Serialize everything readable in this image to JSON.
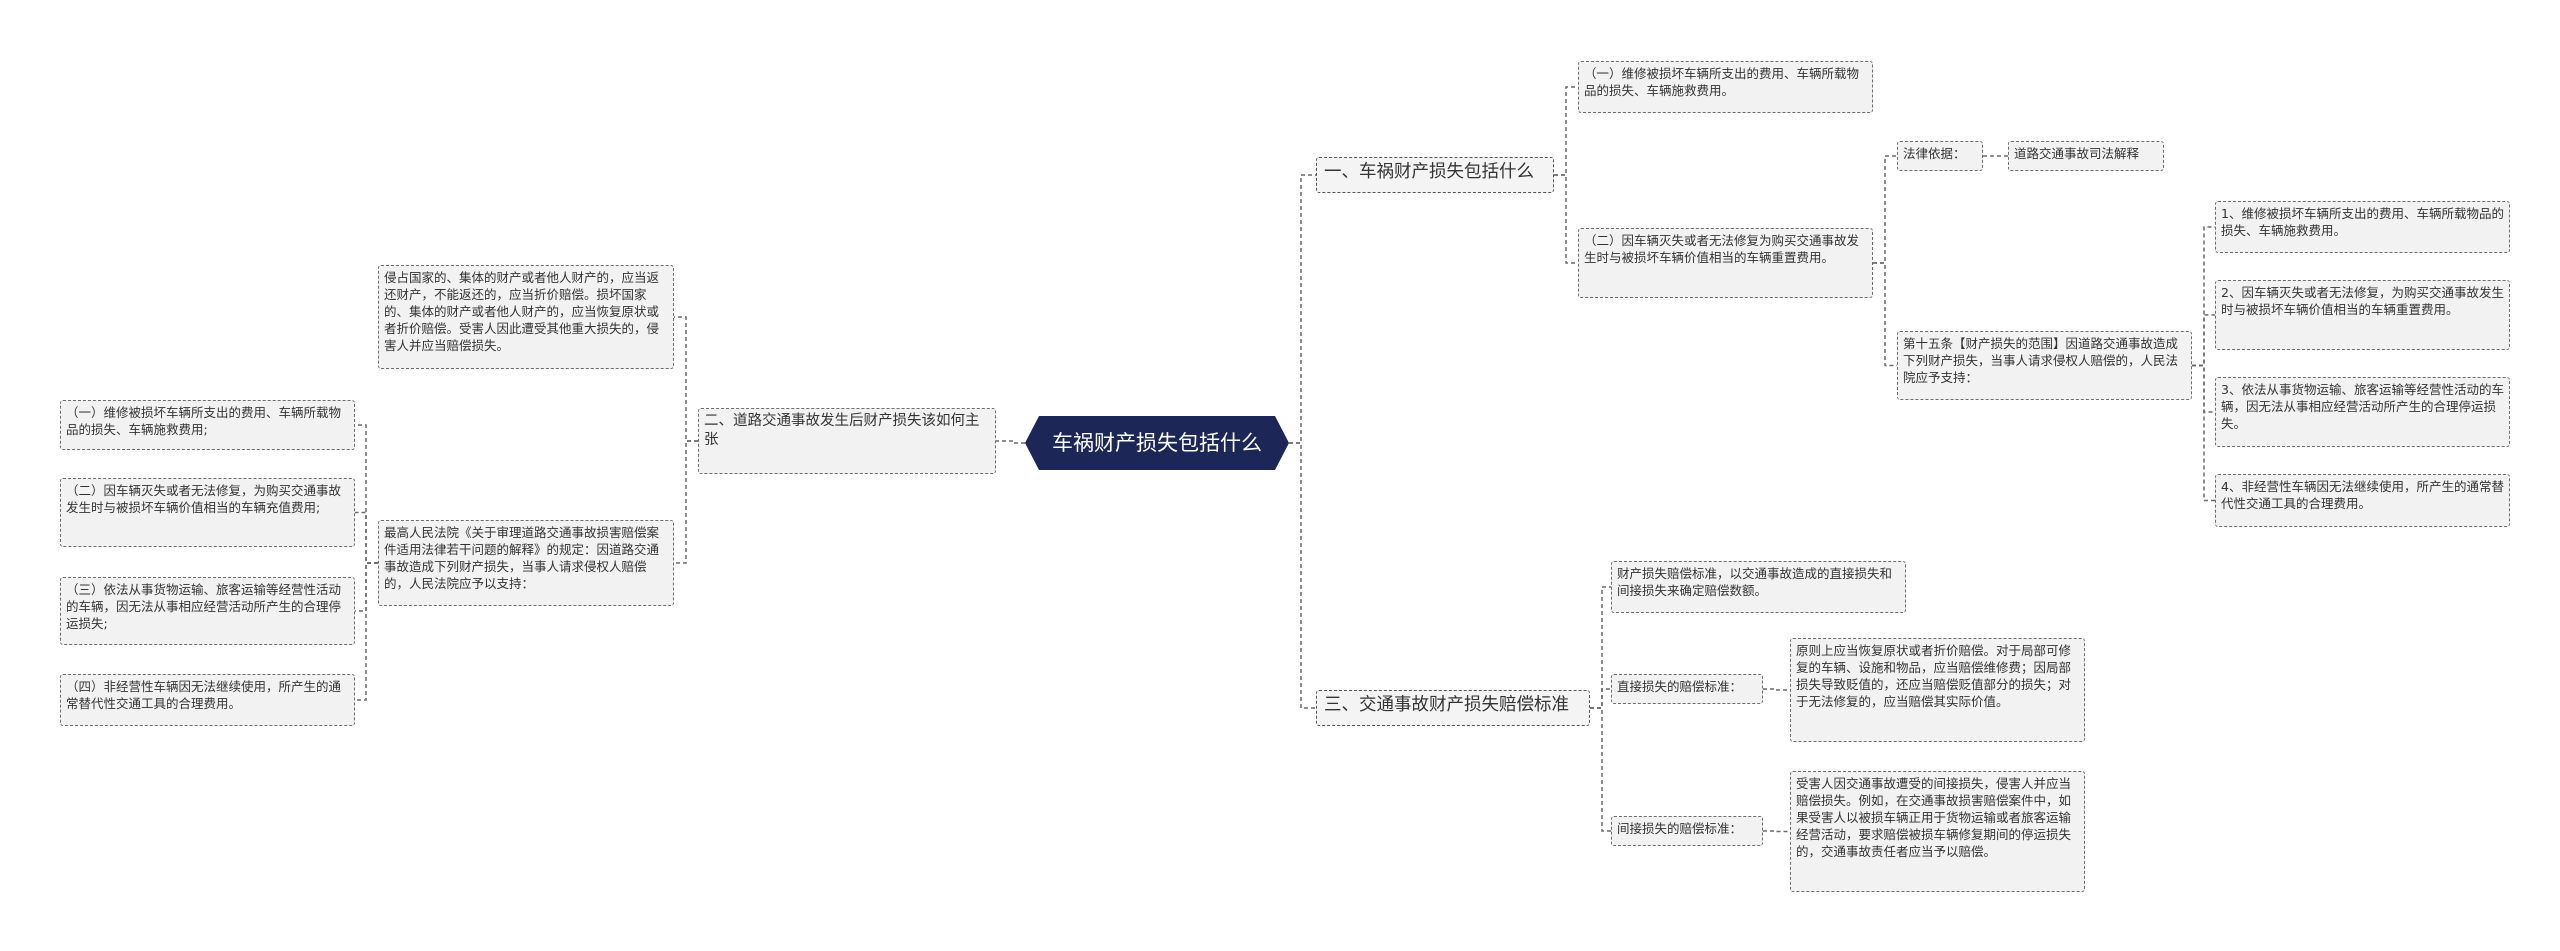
{
  "root": {
    "title": "车祸财产损失包括什么"
  },
  "right": {
    "b1": {
      "label": "一、车祸财产损失包括什么",
      "c1": "（一）维修被损坏车辆所支出的费用、车辆所载物品的损失、车辆施救费用。",
      "c2": "（二）因车辆灭失或者无法修复为购买交通事故发生时与被损坏车辆价值相当的车辆重置费用。",
      "legal_basis_label": "法律依据：",
      "legal_basis_value": "道路交通事故司法解释",
      "article15": "第十五条【财产损失的范围】因道路交通事故造成下列财产损失，当事人请求侵权人赔偿的，人民法院应予支持：",
      "items": [
        "1、维修被损坏车辆所支出的费用、车辆所载物品的损失、车辆施救费用。",
        "2、因车辆灭失或者无法修复，为购买交通事故发生时与被损坏车辆价值相当的车辆重置费用。",
        "3、依法从事货物运输、旅客运输等经营性活动的车辆，因无法从事相应经营活动所产生的合理停运损失。",
        "4、非经营性车辆因无法继续使用，所产生的通常替代性交通工具的合理费用。"
      ]
    },
    "b3": {
      "label": "三、交通事故财产损失赔偿标准",
      "standard": "财产损失赔偿标准，以交通事故造成的直接损失和间接损失来确定赔偿数额。",
      "direct_label": "直接损失的赔偿标准：",
      "direct_text": "原则上应当恢复原状或者折价赔偿。对于局部可修复的车辆、设施和物品，应当赔偿维修费；因局部损失导致贬值的，还应当赔偿贬值部分的损失；对于无法修复的，应当赔偿其实际价值。",
      "indirect_label": "间接损失的赔偿标准：",
      "indirect_text": "受害人因交通事故遭受的间接损失，侵害人并应当赔偿损失。例如，在交通事故损害赔偿案件中，如果受害人以被损车辆正用于货物运输或者旅客运输经营活动，要求赔偿被损车辆修复期间的停运损失的，交通事故责任者应当予以赔偿。"
    }
  },
  "left": {
    "b2": {
      "label": "二、道路交通事故发生后财产损失该如何主张",
      "top_text": "侵占国家的、集体的财产或者他人财产的，应当返还财产，不能返还的，应当折价赔偿。损坏国家的、集体的财产或者他人财产的，应当恢复原状或者折价赔偿。受害人因此遭受其他重大损失的，侵害人并应当赔偿损失。",
      "interp_text": "最高人民法院《关于审理道路交通事故损害赔偿案件适用法律若干问题的解释》的规定：因道路交通事故造成下列财产损失，当事人请求侵权人赔偿的，人民法院应予以支持：",
      "items": [
        "（一）维修被损坏车辆所支出的费用、车辆所载物品的损失、车辆施救费用;",
        "（二）因车辆灭失或者无法修复，为购买交通事故发生时与被损坏车辆价值相当的车辆充值费用;",
        "（三）依法从事货物运输、旅客运输等经营性活动的车辆，因无法从事相应经营活动所产生的合理停运损失;",
        "（四）非经营性车辆因无法继续使用，所产生的通常替代性交通工具的合理费用。"
      ]
    }
  }
}
